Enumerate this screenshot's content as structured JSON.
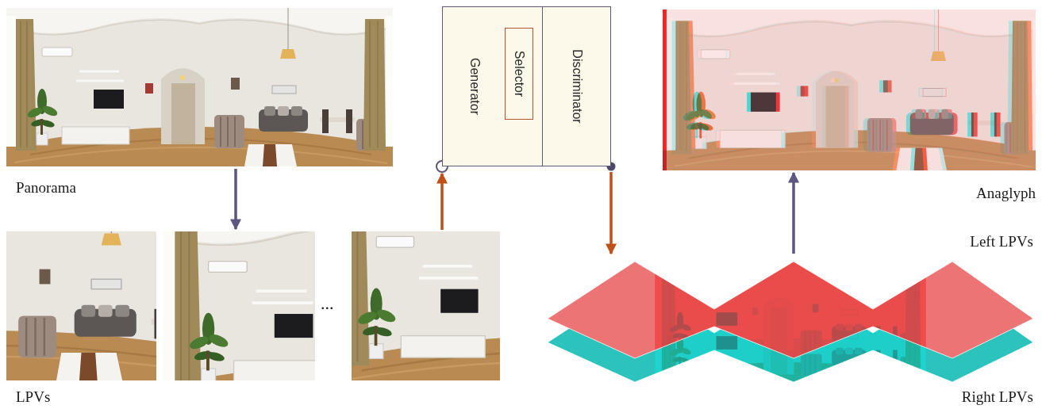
{
  "diagram": {
    "nodes": [
      {
        "text": [
          "Panorama"
        ]
      },
      {
        "text": [
          "LPVs"
        ]
      },
      {
        "text": [
          "Generator"
        ]
      },
      {
        "text": [
          "Selector"
        ],
        "in": 2
      },
      {
        "text": [
          "Discriminator"
        ]
      },
      {
        "text": [
          "Left LPVs",
          "Right LPVs"
        ]
      },
      {
        "text": [
          "Anaglyph"
        ]
      }
    ],
    "edges": [
      {
        "from": 0,
        "to": 1,
        "arrow": "to"
      },
      {
        "from": 1,
        "to": 2,
        "arrow": "to"
      },
      {
        "from": 4,
        "to": 5,
        "arrow": "to"
      },
      {
        "from": 5,
        "to": 6,
        "arrow": "to"
      }
    ],
    "labels": [
      "..."
    ]
  }
}
